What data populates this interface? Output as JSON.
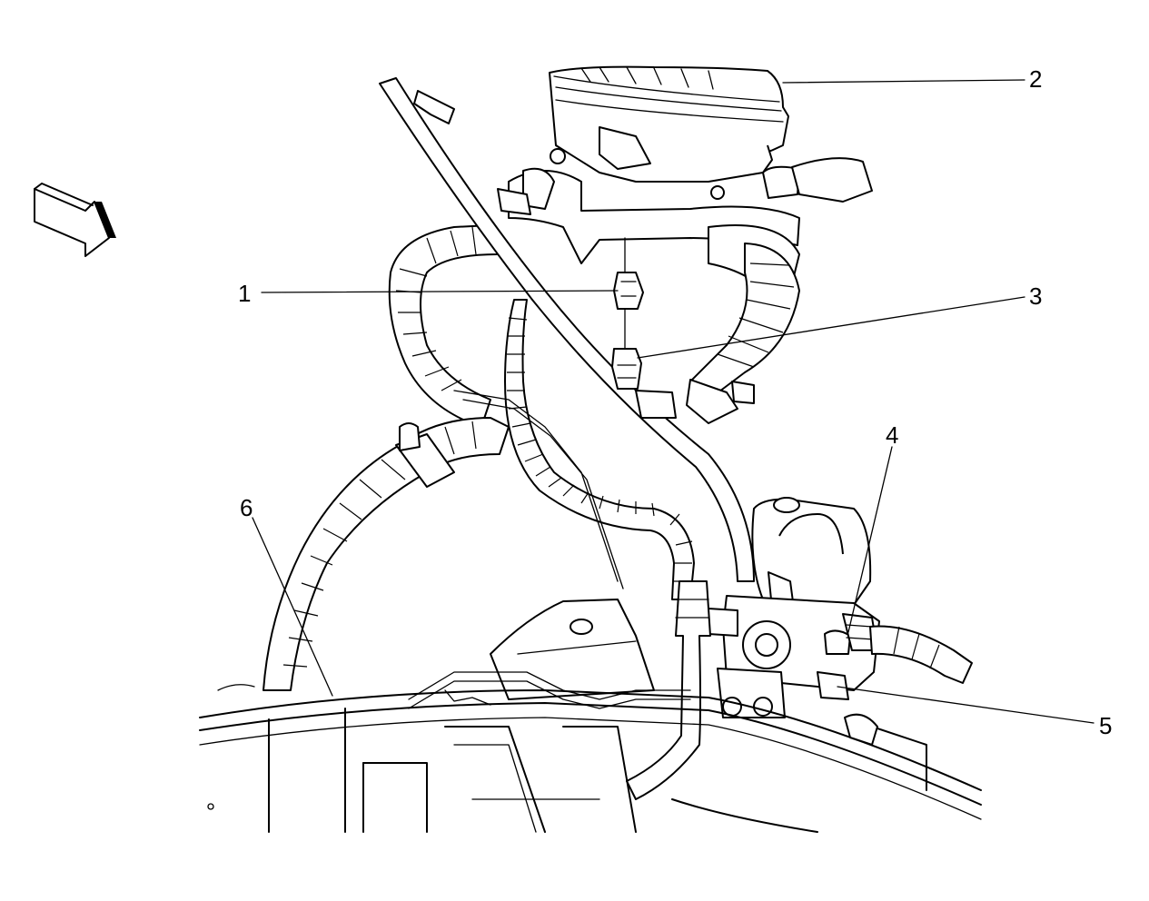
{
  "callouts": [
    {
      "id": "1",
      "label": "1"
    },
    {
      "id": "2",
      "label": "2"
    },
    {
      "id": "3",
      "label": "3"
    },
    {
      "id": "4",
      "label": "4"
    },
    {
      "id": "5",
      "label": "5"
    },
    {
      "id": "6",
      "label": "6"
    }
  ],
  "colors": {
    "line": "#000000",
    "background": "#ffffff"
  },
  "icons": {
    "direction": "forward-arrow-icon"
  }
}
